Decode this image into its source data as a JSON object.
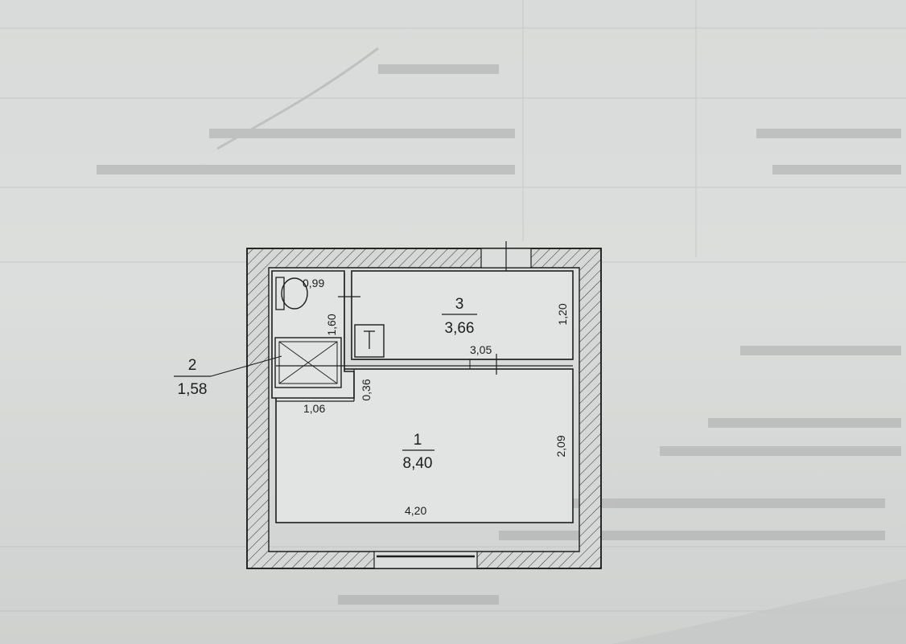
{
  "rooms": [
    {
      "number": "1",
      "area": "8,40"
    },
    {
      "number": "2",
      "area": "1,58"
    },
    {
      "number": "3",
      "area": "3,66"
    }
  ],
  "dimensions": {
    "wc_width": "0,99",
    "wc_depth": "1,60",
    "room3_width": "3,05",
    "room3_depth": "1,20",
    "bath_width": "1,06",
    "bath_offset": "0,36",
    "room1_width": "4,20",
    "room1_depth": "2,09"
  },
  "colors": {
    "paper": "#dcdedd",
    "wall_fill": "#d6d8d7",
    "ink": "#1d1d1d",
    "faded_text": "#9fa2a1"
  }
}
